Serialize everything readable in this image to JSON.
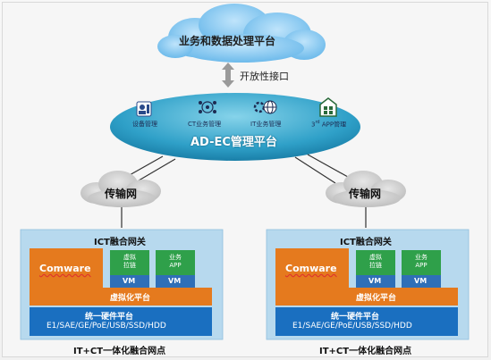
{
  "cloud_top": {
    "title": "业务和数据处理平台"
  },
  "interface": {
    "label": "开放性接口"
  },
  "ad_ec": {
    "title": "AD-EC管理平台",
    "icons": [
      {
        "icon": "device-management-icon",
        "label": "设备管理"
      },
      {
        "icon": "ct-service-icon",
        "label": "CT业务管理"
      },
      {
        "icon": "it-service-icon",
        "label": "IT业务管理"
      },
      {
        "icon": "third-party-app-icon",
        "label_prefix": "3",
        "label_sup": "rd",
        "label_suffix": " APP管理"
      }
    ]
  },
  "transport": {
    "label": "传输网"
  },
  "nodes": [
    {
      "gateway": "ICT融合网关",
      "comware": "Comware",
      "app1": {
        "line1": "虚拟",
        "line2": "拉链"
      },
      "app2": {
        "line1": "业务",
        "line2": "APP"
      },
      "vm": "VM",
      "virt": "虚拟化平台",
      "hw_title": "统一硬件平台",
      "hw_detail": "E1/SAE/GE/PoE/USB/SSD/HDD",
      "caption": "IT+CT一体化融合网点"
    },
    {
      "gateway": "ICT融合网关",
      "comware": "Comware",
      "app1": {
        "line1": "虚拟",
        "line2": "拉链"
      },
      "app2": {
        "line1": "业务",
        "line2": "APP"
      },
      "vm": "VM",
      "virt": "虚拟化平台",
      "hw_title": "统一硬件平台",
      "hw_detail": "E1/SAE/GE/PoE/USB/SSD/HDD",
      "caption": "IT+CT一体化融合网点"
    }
  ],
  "colors": {
    "cloud_blue": "#7ec3ef",
    "ellipse_teal": "#2fa0c8",
    "gateway_bg": "#b7d9ee",
    "comware_orange": "#e57a1e",
    "app_green": "#2fa04a",
    "vm_blue": "#2f6fb7",
    "hardware_blue": "#1a6fc0",
    "grey_cloud": "#c6c6c6"
  }
}
